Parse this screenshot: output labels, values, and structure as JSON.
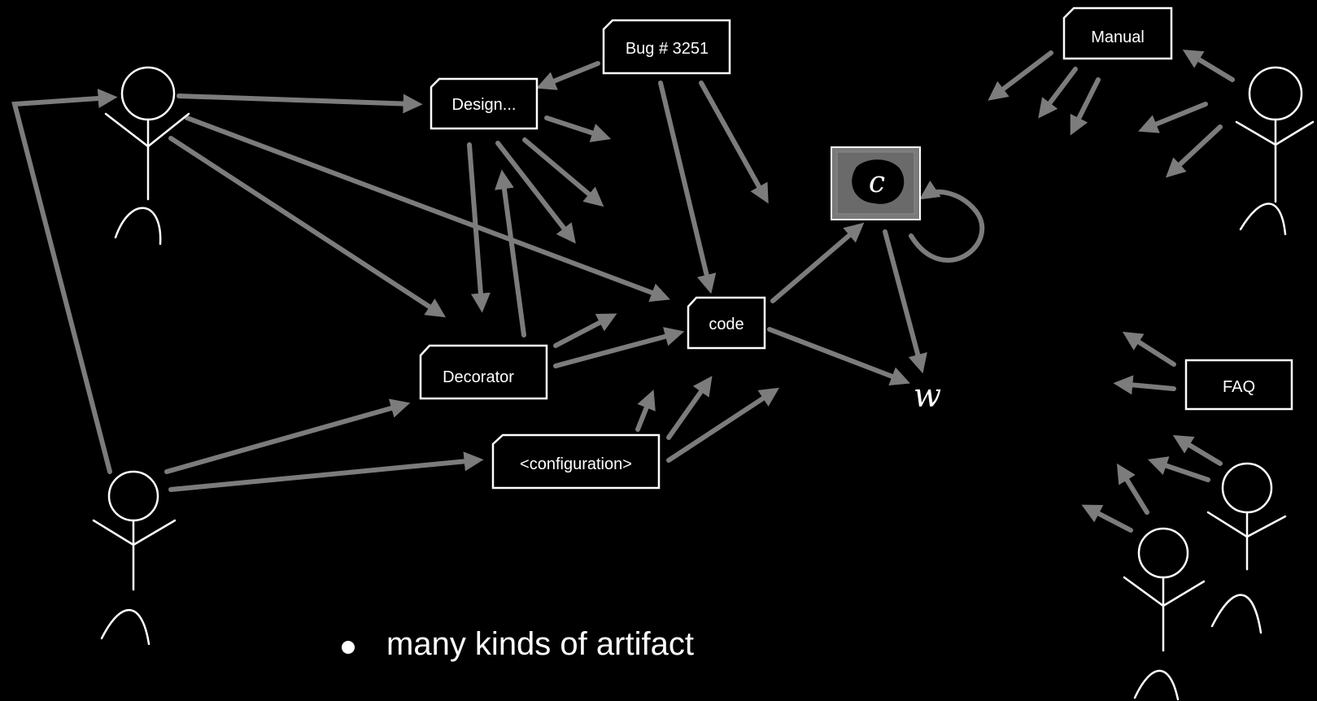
{
  "artifacts": {
    "bug": "Bug # 3251",
    "design": "Design...",
    "decorator": "Decorator",
    "code": "code",
    "configuration": "<configuration>",
    "manual": "Manual",
    "faq": "FAQ"
  },
  "compiled": {
    "symbol": "c"
  },
  "output": {
    "symbol": "w"
  },
  "bullet": {
    "text": "many kinds of artifact"
  },
  "colors": {
    "background": "#000000",
    "arrow": "#8a8a8a",
    "stroke": "#ffffff",
    "compiled_box": "#7a7a7a"
  }
}
